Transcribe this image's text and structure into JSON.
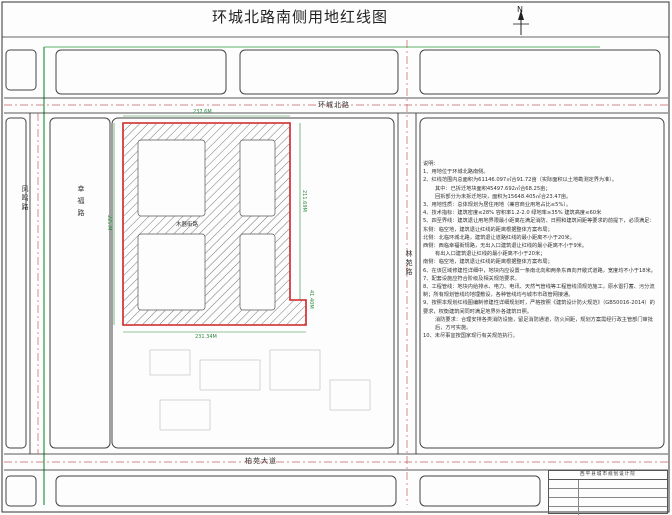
{
  "title": "环城北路南侧用地红线图",
  "north_label": "N",
  "roads": {
    "north": "环城北路",
    "west": "凤鸣路",
    "east": "林苑路",
    "south": "柏苑大道",
    "inner_west": "幸福路",
    "inner_site": "木器街路"
  },
  "dimensions": {
    "top": "237.6M",
    "bottom": "231.34M",
    "right": "211.69M",
    "left": "225.M",
    "corner": "41.40M"
  },
  "notes": [
    "说明：",
    "1、用地位于环城北路南侧。",
    "2、红线范围内总面积为61146.097㎡合91.72亩（实际面积以土地勘测定界为准）。",
    "其中：已拆迁地块面积45497.692㎡合68.25亩；",
    "回拆部分为未拆迁地块，面积为15648.405㎡合23.47亩。",
    "3、用地性质：总体规划为居住用地（兼容商业用地占比≤5%）。",
    "4、技术指标：建筑密度≤28%   容积率1.2-2.0   绿地率≥35%   建筑高度≤60米",
    "5、四至界线：建筑退让用地界限最小距离在满足消防、日照和建筑间距等要求的前提下，必须满足：",
    "东侧：临空地，建筑退让红线的距离根据整体方案布局；",
    "北侧：北临环城北路，建筑退让道路红线的最小距离不小于20米。",
    "西侧：西临幸福街规路，无出入口建筑退让红线的最小距离不小于9米。",
    "有出入口建筑退让红线的最小距离不小于20米；",
    "南侧：临空地，建筑退让红线的距离根据整体方案布局；",
    "6、在该区域修建性详细中，地块内应设置一条南北向和两条东西向开敞式道路，宽度均不小于18米。",
    "7、配套设施应符合阶级及相关规范要求。",
    "8、工程管线：地块内给排水、电力、电讯、天然气管线等工程管线须规范施工，原水雷打蓄、污分流制；所有规划管线均地埋敷设，各种管线均与城市市政管网接通。",
    "9、按照本规划红线图编制修建性详细规划时，严格按照《建筑设计防火规范》（GB50016-2014）的要求，权衡建筑间同时满足地界外各建筑日照。",
    "消防要求：合理安排各类消防设施，留足消防通道，防火间距，规划方案需经行政主管部门审批后，方可实施。",
    "10、未尽事宜按国家现行有关规范执行。"
  ],
  "title_block": {
    "org": "西平县城市规划设计院",
    "rows": [
      "",
      "",
      "",
      ""
    ]
  },
  "colors": {
    "boundary": "#d42020",
    "road_line": "#222222",
    "dashed_center": "#c06060",
    "hatch": "#888888",
    "dimension": "#2a8a3a",
    "block": "#444444"
  }
}
